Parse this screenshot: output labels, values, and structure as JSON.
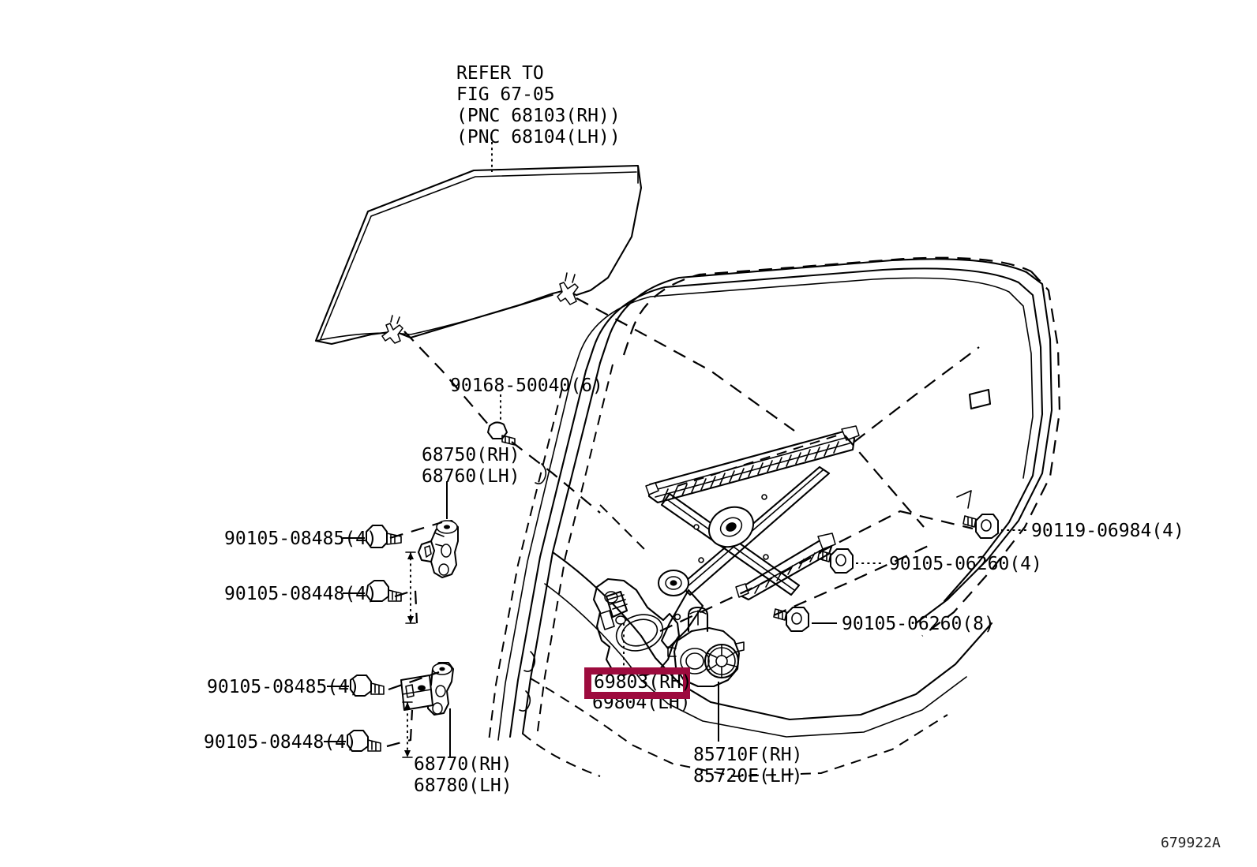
{
  "diagram": {
    "title": "Toyota rear door window glass and regulator exploded parts diagram",
    "figure_code": "679922A",
    "highlight_color": "#9d0b3e",
    "line_color": "#000000",
    "background_color": "#ffffff"
  },
  "notes": {
    "refer_to": "REFER TO\nFIG 67-05\n(PNC 68103(RH))\n(PNC 68104(LH))"
  },
  "labels": {
    "bolt_90168_50040": "90168-50040(6)",
    "hinge_upper": "68750(RH)\n68760(LH)",
    "bolt_90105_08485_upper": "90105-08485(4)",
    "bolt_90105_08448_upper": "90105-08448(4)",
    "bolt_90105_08485_lower": "90105-08485(4)",
    "bolt_90105_08448_lower": "90105-08448(4)",
    "hinge_lower": "68770(RH)\n68780(LH)",
    "regulator_rh": "69803(RH)",
    "regulator_lh": "69804(LH)",
    "motor": "85710F(RH)\n85720E(LH)",
    "bolt_90119_06984": "90119-06984(4)",
    "bolt_90105_06260_4": "90105-06260(4)",
    "bolt_90105_06260_8": "90105-06260(8)",
    "figure_code": "679922A"
  },
  "parts": [
    {
      "number": "68103",
      "name": "door glass RH (refer FIG 67-05)",
      "qty": null
    },
    {
      "number": "68104",
      "name": "door glass LH (refer FIG 67-05)",
      "qty": null
    },
    {
      "number": "90168-50040",
      "name": "screw",
      "qty": 6
    },
    {
      "number": "68750",
      "name": "hinge assy upper RH",
      "qty": null
    },
    {
      "number": "68760",
      "name": "hinge assy upper LH",
      "qty": null
    },
    {
      "number": "90105-08485",
      "name": "bolt",
      "qty": 4
    },
    {
      "number": "90105-08448",
      "name": "bolt",
      "qty": 4
    },
    {
      "number": "68770",
      "name": "hinge assy lower RH",
      "qty": null
    },
    {
      "number": "68780",
      "name": "hinge assy lower LH",
      "qty": null
    },
    {
      "number": "69803",
      "name": "window regulator sub-assy RH",
      "qty": null
    },
    {
      "number": "69804",
      "name": "window regulator sub-assy LH",
      "qty": null
    },
    {
      "number": "85710F",
      "name": "power window regulator motor RH",
      "qty": null
    },
    {
      "number": "85720E",
      "name": "power window regulator motor LH",
      "qty": null
    },
    {
      "number": "90119-06984",
      "name": "bolt",
      "qty": 4
    },
    {
      "number": "90105-06260",
      "name": "bolt",
      "qty": 4
    },
    {
      "number": "90105-06260",
      "name": "bolt",
      "qty": 8
    }
  ]
}
